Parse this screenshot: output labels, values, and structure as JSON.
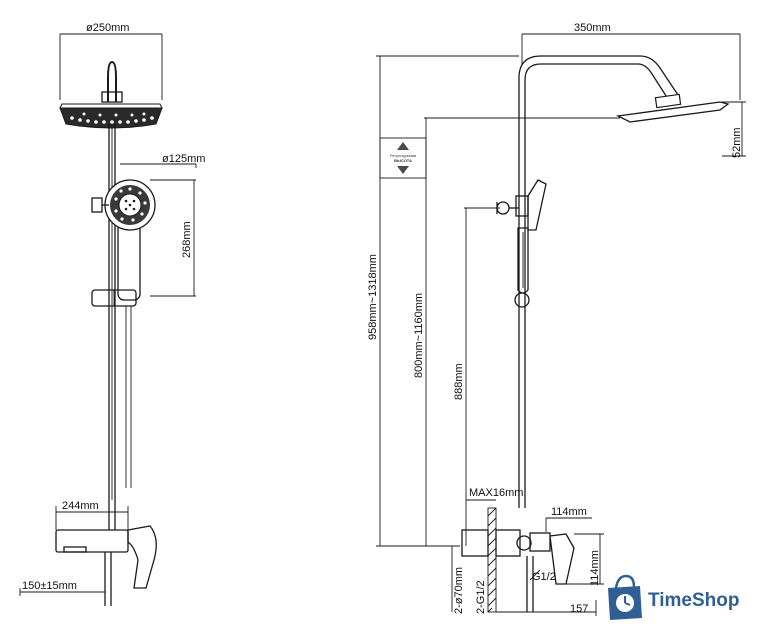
{
  "front_view": {
    "head_diameter": "ø250mm",
    "hand_shower_diameter": "ø125mm",
    "hand_shower_height": "268mm",
    "mixer_width": "244mm",
    "inlet_spacing": "150±15mm"
  },
  "side_view": {
    "arm_length": "350mm",
    "head_thickness": "52mm",
    "adjustable_height": "958mm~1318mm",
    "slide_range": "800mm~1160mm",
    "fixed_height": "888mm",
    "wall_gap": "MAX16mm",
    "spout_depth": "114mm",
    "mixer_height": "114mm",
    "inlet_thread": "G1/2",
    "inlet_spec_1": "2-ø70mm",
    "inlet_spec_2": "2-G1/2",
    "base_depth": "157",
    "height_badge_label_1": "Регулируемая",
    "height_badge_label_2": "ВЫСОТА"
  },
  "brand": {
    "name": "TimeShop",
    "color": "#2f5f95",
    "icon": "shopping-bag-clock-icon"
  }
}
